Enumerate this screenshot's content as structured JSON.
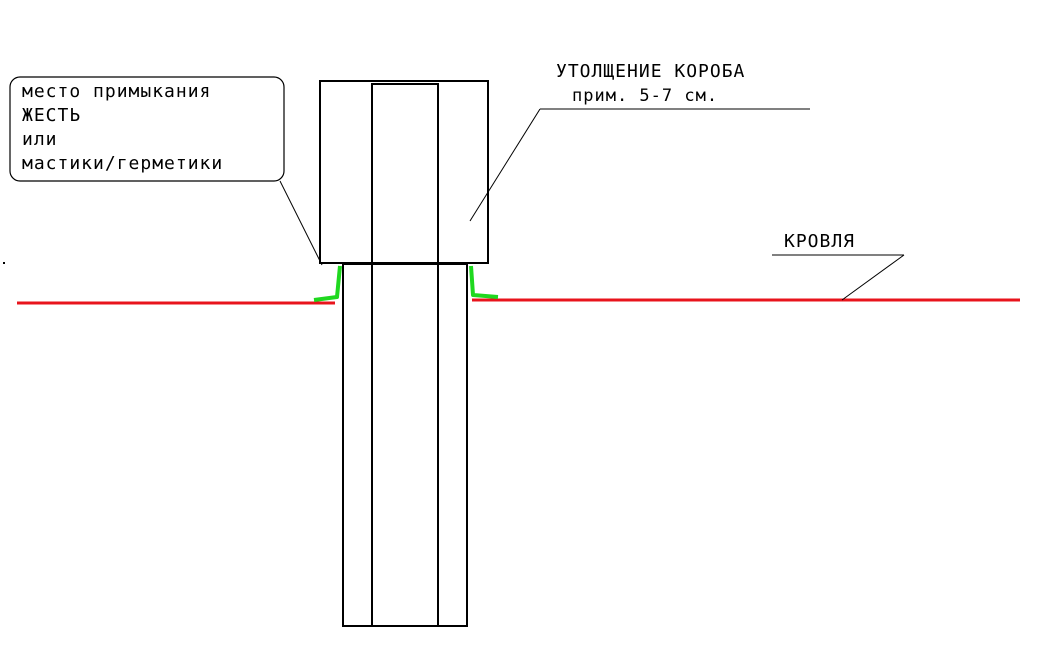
{
  "callout": {
    "lines": [
      "место примыкания",
      "ЖЕСТЬ",
      "или",
      "мастики/герметики"
    ]
  },
  "thickening_label": {
    "line1": "УТОЛЩЕНИЕ КОРОБА",
    "line2": "прим. 5-7 см."
  },
  "roof_label": "КРОВЛЯ",
  "colors": {
    "roof_line": "#e8141c",
    "flashing": "#1fd81f",
    "outline": "#000000"
  }
}
